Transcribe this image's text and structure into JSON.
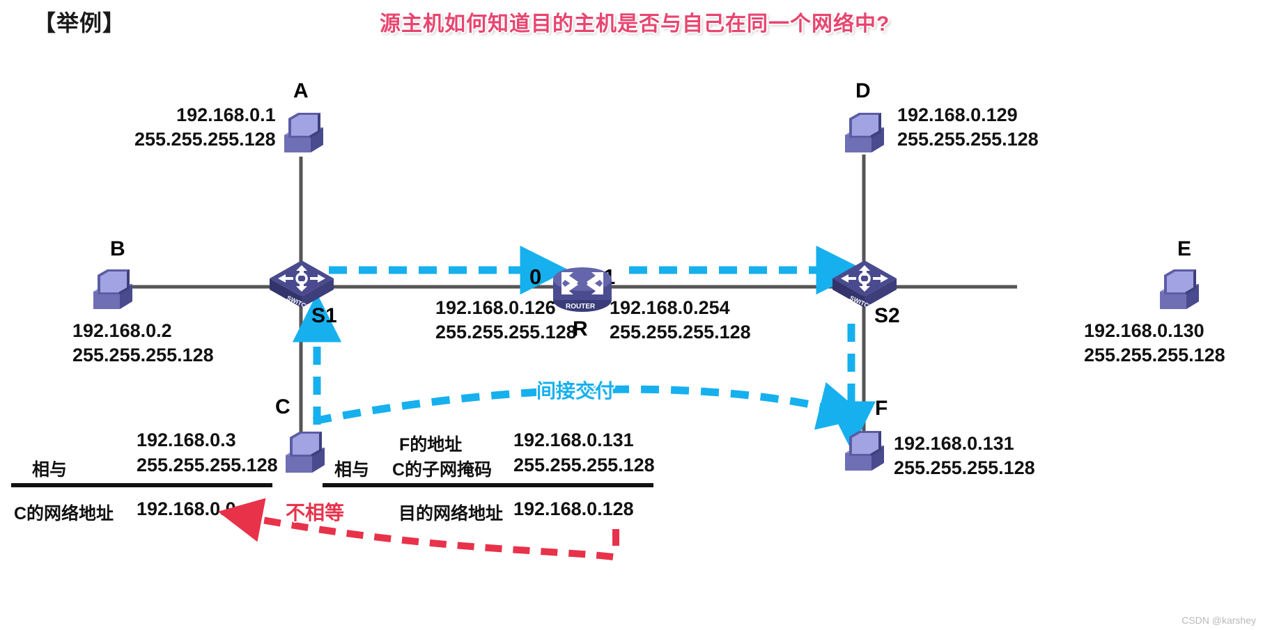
{
  "header": {
    "example_tag": "【举例】",
    "title": "源主机如何知道目的主机是否与自己在同一个网络中?",
    "title_color": "#e8456f"
  },
  "diagram": {
    "hosts": [
      {
        "id": "host-a",
        "label": "A",
        "ip": "192.168.0.1",
        "mask": "255.255.255.128"
      },
      {
        "id": "host-b",
        "label": "B",
        "ip": "192.168.0.2",
        "mask": "255.255.255.128"
      },
      {
        "id": "host-c",
        "label": "C",
        "ip": "192.168.0.3",
        "mask": "255.255.255.128"
      },
      {
        "id": "host-d",
        "label": "D",
        "ip": "192.168.0.129",
        "mask": "255.255.255.128"
      },
      {
        "id": "host-e",
        "label": "E",
        "ip": "192.168.0.130",
        "mask": "255.255.255.128"
      },
      {
        "id": "host-f",
        "label": "F",
        "ip": "192.168.0.131",
        "mask": "255.255.255.128"
      }
    ],
    "switches": [
      {
        "id": "switch-s1",
        "label": "S1",
        "icon_text": "SWITCH"
      },
      {
        "id": "switch-s2",
        "label": "S2",
        "icon_text": "SWITCH"
      }
    ],
    "router": {
      "id": "router-r",
      "label": "R",
      "icon_text": "ROUTER",
      "port_left": "0",
      "port_right": "1",
      "left_ip": "192.168.0.126",
      "left_mask": "255.255.255.128",
      "right_ip": "192.168.0.254",
      "right_mask": "255.255.255.128"
    },
    "flow_label": "间接交付",
    "flow_color": "#16b0ee"
  },
  "calc_left": {
    "operator": "相与",
    "operand_1": "192.168.0.3",
    "operand_2": "255.255.255.128",
    "result_label": "C的网络地址",
    "result_value": "192.168.0.0"
  },
  "calc_right": {
    "operator": "相与",
    "row1_label": "F的地址",
    "row1_value": "192.168.0.131",
    "row2_label": "C的子网掩码",
    "row2_value": "255.255.255.128",
    "result_label": "目的网络地址",
    "result_value": "192.168.0.128"
  },
  "comparison": {
    "label": "不相等",
    "color": "#e8324a"
  },
  "watermark": "CSDN @karshey"
}
